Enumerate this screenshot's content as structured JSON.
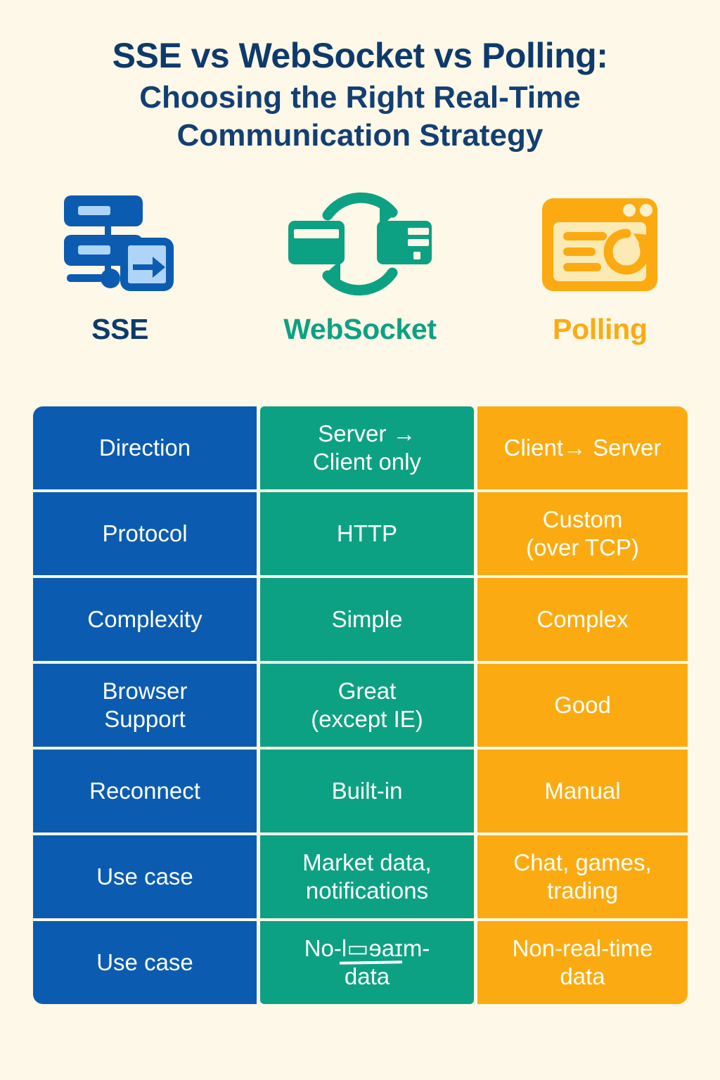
{
  "title": {
    "main": "SSE vs WebSocket vs Polling:",
    "sub_line1": "Choosing the Right Real-Time",
    "sub_line2": "Communication Strategy"
  },
  "colors": {
    "background": "#fdf8e7",
    "title_navy": "#0e3a6b",
    "sse_blue": "#0b5cb0",
    "websocket_teal": "#0da183",
    "polling_orange": "#fbab11",
    "cell_text": "#ffffff"
  },
  "columns": [
    {
      "key": "sse",
      "label": "SSE",
      "icon": "server-stream-arrow-icon",
      "color": "#0e3a6b"
    },
    {
      "key": "websocket",
      "label": "WebSocket",
      "icon": "bidirectional-sync-icon",
      "color": "#0da183"
    },
    {
      "key": "polling",
      "label": "Polling",
      "icon": "browser-refresh-icon",
      "color": "#fbab11"
    }
  ],
  "table": {
    "rows": [
      {
        "label": "Direction",
        "websocket": "Server →\nClient only",
        "polling": "Client→ Server"
      },
      {
        "label": "Protocol",
        "websocket": "HTTP",
        "polling": "Custom\n(over TCP)"
      },
      {
        "label": "Complexity",
        "websocket": "Simple",
        "polling": "Complex"
      },
      {
        "label": "Browser\nSupport",
        "websocket": "Great\n(except  IE)",
        "polling": "Good"
      },
      {
        "label": "Reconnect",
        "websocket": "Built-in",
        "polling": "Manual"
      },
      {
        "label": "Use case",
        "websocket": "Market data,\nnotifications",
        "polling": "Chat, games,\ntrading"
      },
      {
        "label": "Use case",
        "websocket": "No-l▭ɘaɪm-\ndata",
        "polling": "Non-real-time\ndata"
      }
    ]
  }
}
